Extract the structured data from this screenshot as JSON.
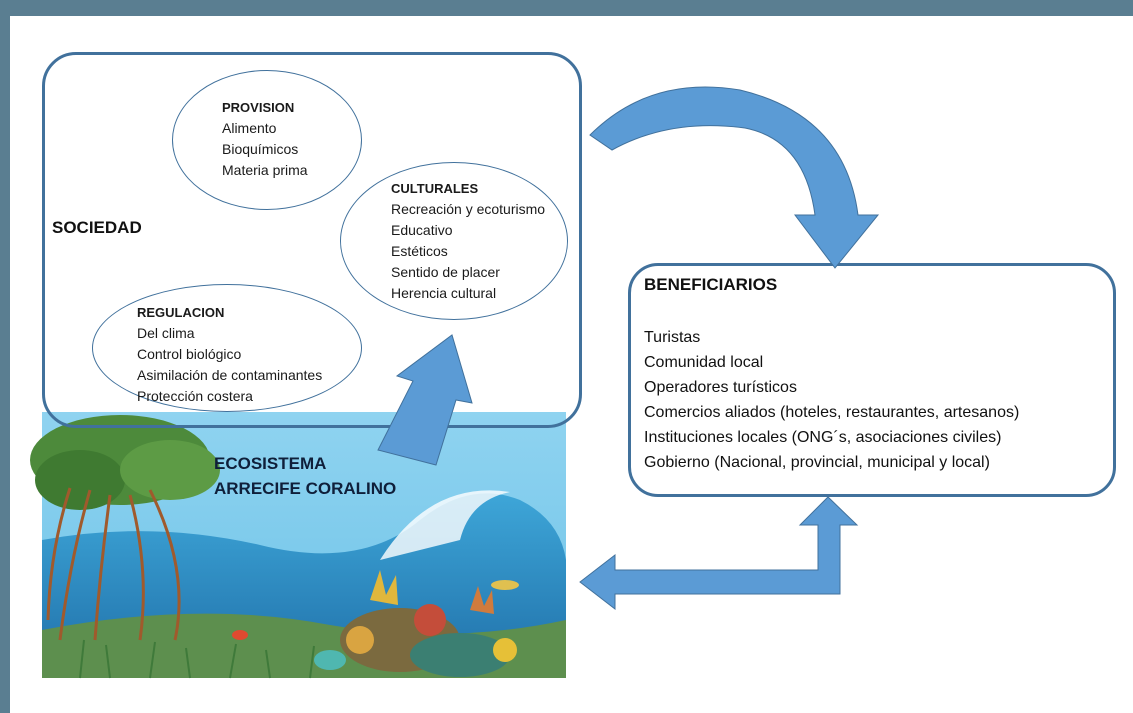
{
  "sociedad": {
    "label": "SOCIEDAD"
  },
  "provision": {
    "title": "PROVISION",
    "items": [
      "Alimento",
      "Bioquímicos",
      "Materia prima"
    ]
  },
  "culturales": {
    "title": "CULTURALES",
    "items": [
      "Recreación y ecoturismo",
      "Educativo",
      "Estéticos",
      "Sentido de placer",
      "Herencia cultural"
    ]
  },
  "regulacion": {
    "title": "REGULACION",
    "items": [
      "Del clima",
      "Control biológico",
      "Asimilación de contaminantes",
      "Protección costera"
    ]
  },
  "ecosistema": {
    "line1": "ECOSISTEMA",
    "line2": "ARRECIFE CORALINO"
  },
  "beneficiarios": {
    "title": "BENEFICIARIOS",
    "items": [
      "Turistas",
      "Comunidad local",
      "Operadores turísticos",
      "Comercios aliados (hoteles, restaurantes, artesanos)",
      "Instituciones locales (ONG´s, asociaciones civiles)",
      "Gobierno (Nacional, provincial, municipal y local)"
    ]
  },
  "colors": {
    "frame": "#5a7e91",
    "box_border": "#41719c",
    "arrow": "#5b9bd5",
    "sea": "#6ec3e8"
  }
}
